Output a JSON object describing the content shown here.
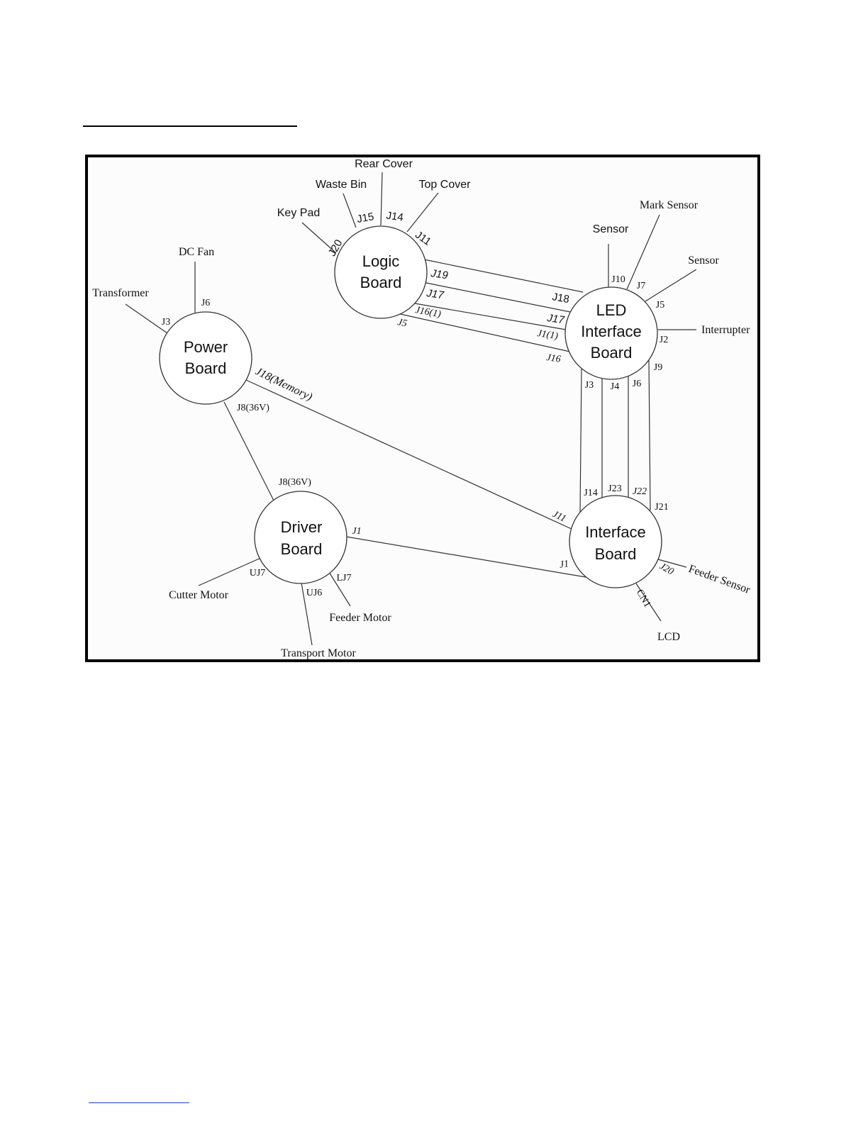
{
  "boards": {
    "logic": {
      "line1": "Logic",
      "line2": "Board"
    },
    "led_interface": {
      "line1": "LED",
      "line2": "Interface",
      "line3": "Board"
    },
    "power": {
      "line1": "Power",
      "line2": "Board"
    },
    "driver": {
      "line1": "Driver",
      "line2": "Board"
    },
    "interface": {
      "line1": "Interface",
      "line2": "Board"
    }
  },
  "components": {
    "rear_cover": "Rear Cover",
    "waste_bin": "Waste Bin",
    "top_cover": "Top Cover",
    "key_pad": "Key Pad",
    "mark_sensor": "Mark Sensor",
    "sensor_top": "Sensor",
    "sensor_right": "Sensor",
    "interrupter": "Interrupter",
    "dc_fan": "DC Fan",
    "transformer": "Transformer",
    "cutter_motor": "Cutter Motor",
    "feeder_motor": "Feeder Motor",
    "transport_motor": "Transport Motor",
    "feeder_sensor": "Feeder Sensor",
    "lcd": "LCD"
  },
  "connectors": {
    "logic": {
      "j20": "J20",
      "j15": "J15",
      "j14": "J14",
      "j11": "J11",
      "j19": "J19",
      "j17": "J17",
      "j16_1": "J16(1)",
      "j5": "J5"
    },
    "led": {
      "j18": "J18",
      "j17": "J17",
      "j1_1": "J1(1)",
      "j16": "J16",
      "j10": "J10",
      "j7": "J7",
      "j5": "J5",
      "j2": "J2",
      "j9": "J9",
      "j3": "J3",
      "j4": "J4",
      "j6": "J6"
    },
    "power": {
      "j6": "J6",
      "j3": "J3",
      "j18_memory": "J18(Memory)",
      "j8_36v": "J8(36V)"
    },
    "driver": {
      "j8_36v": "J8(36V)",
      "j1": "J1",
      "uj7": "UJ7",
      "uj6": "UJ6",
      "lj7": "LJ7"
    },
    "interface": {
      "j14": "J14",
      "j23": "J23",
      "j22": "J22",
      "j21": "J21",
      "j11": "J11",
      "j1": "J1",
      "j20": "J20",
      "cn1": "CN1"
    }
  }
}
